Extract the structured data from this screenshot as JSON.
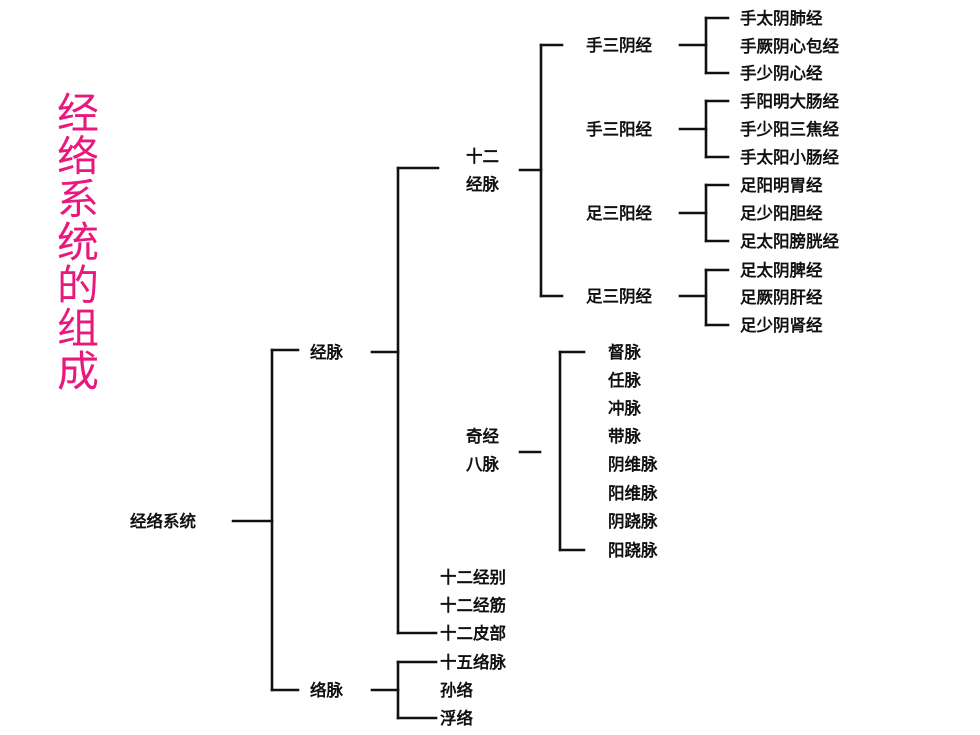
{
  "side_title": "经络系统的组成",
  "root": "经络系统",
  "jingmai": "经脉",
  "luomai": "络脉",
  "shier_jingmai": [
    "十二",
    "经脉"
  ],
  "qijing_bamai": [
    "奇经",
    "八脉"
  ],
  "shou_san_yin": "手三阴经",
  "shou_san_yang": "手三阳经",
  "zu_san_yang": "足三阳经",
  "zu_san_yin": "足三阴经",
  "shou_san_yin_leaves": [
    "手太阴肺经",
    "手厥阴心包经",
    "手少阴心经"
  ],
  "shou_san_yang_leaves": [
    "手阳明大肠经",
    "手少阳三焦经",
    "手太阳小肠经"
  ],
  "zu_san_yang_leaves": [
    "足阳明胃经",
    "足少阳胆经",
    "足太阳膀胱经"
  ],
  "zu_san_yin_leaves": [
    "足太阴脾经",
    "足厥阴肝经",
    "足少阴肾经"
  ],
  "qijing_leaves": [
    "督脉",
    "任脉",
    "冲脉",
    "带脉",
    "阴维脉",
    "阳维脉",
    "阴跷脉",
    "阳跷脉"
  ],
  "jingmai_others": [
    "十二经别",
    "十二经筋",
    "十二皮部"
  ],
  "luomai_leaves": [
    "十五络脉",
    "孙络",
    "浮络"
  ]
}
